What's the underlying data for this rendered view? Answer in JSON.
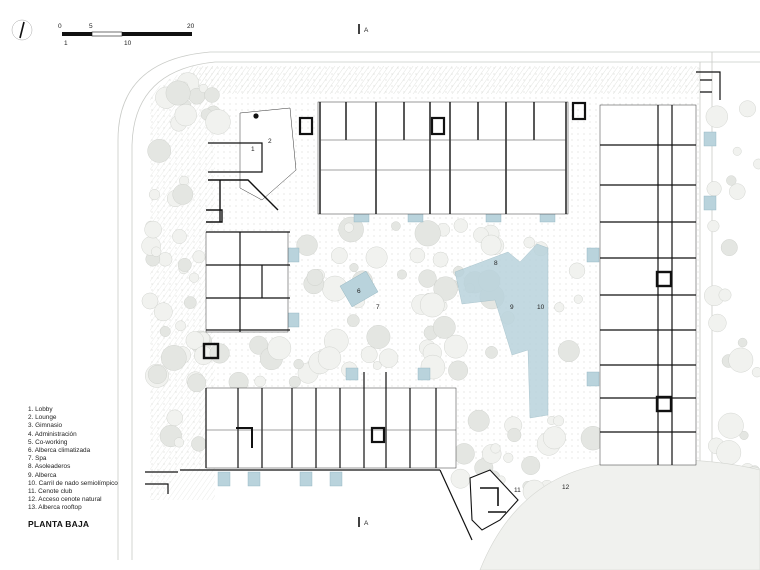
{
  "scale_bar": {
    "top_ticks": [
      "0",
      "5",
      "20"
    ],
    "bottom_ticks": [
      "1",
      "10"
    ]
  },
  "section_marker": "A",
  "legend": [
    "1. Lobby",
    "2. Lounge",
    "3. Gimnasio",
    "4. Administración",
    "5. Co-working",
    "6. Alberca climatizada",
    "7. Spa",
    "8. Asoleaderos",
    "9. Alberca",
    "10. Carril de nado semiolímpico",
    "11. Cenote club",
    "12. Acceso cenote natural",
    "13. Alberca rooftop"
  ],
  "plan_labels": [
    "1",
    "2",
    "6",
    "7",
    "8",
    "9",
    "10",
    "11",
    "12"
  ],
  "title": "PLANTA BAJA",
  "colors": {
    "water": "#b9d3dc",
    "walls": "#111111",
    "trees": "#c9ccc6"
  }
}
